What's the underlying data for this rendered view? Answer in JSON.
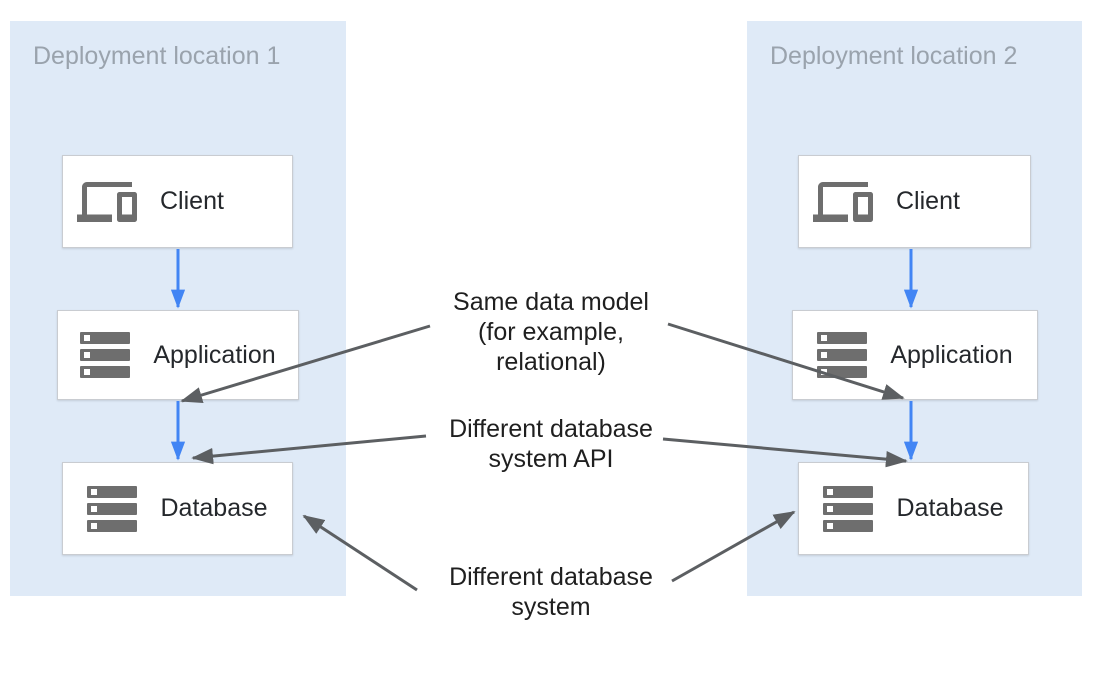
{
  "colors": {
    "canvas_bg": "#ffffff",
    "panel_bg": "#dfeaf7",
    "panel_title": "#9aa3ad",
    "box_bg": "#ffffff",
    "box_border": "#c9ccd1",
    "box_label": "#25282c",
    "icon_gray": "#6e6e6e",
    "arrow_blue": "#4285f4",
    "arrow_gray": "#5c5f62",
    "annotation_text": "#1f1f1f"
  },
  "panels": [
    {
      "title": "Deployment location 1",
      "nodes": [
        {
          "label": "Client",
          "icon": "devices-icon"
        },
        {
          "label": "Application",
          "icon": "storage-icon"
        },
        {
          "label": "Database",
          "icon": "storage-icon"
        }
      ]
    },
    {
      "title": "Deployment location 2",
      "nodes": [
        {
          "label": "Client",
          "icon": "devices-icon"
        },
        {
          "label": "Application",
          "icon": "storage-icon"
        },
        {
          "label": "Database",
          "icon": "storage-icon"
        }
      ]
    }
  ],
  "annotations": [
    {
      "lines": [
        "Same data model",
        "(for example,",
        "relational)"
      ]
    },
    {
      "lines": [
        "Different database",
        "system API"
      ]
    },
    {
      "lines": [
        "Different database",
        "system"
      ]
    }
  ]
}
